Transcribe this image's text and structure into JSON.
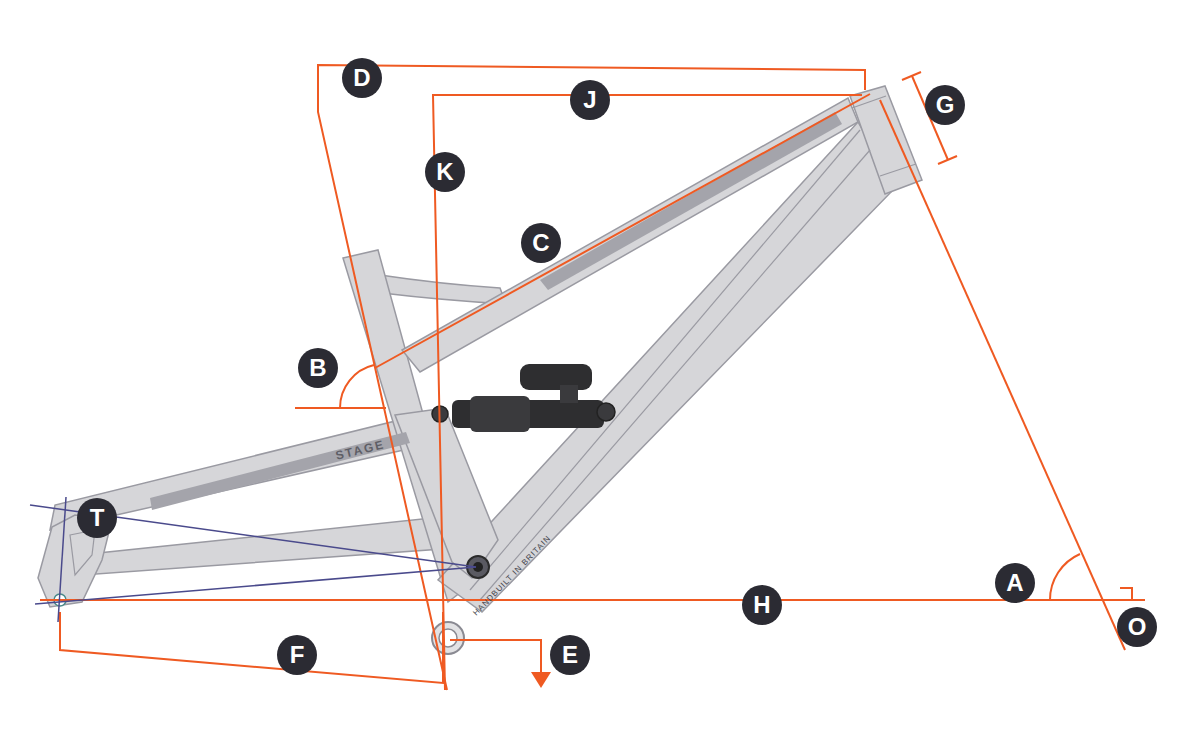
{
  "diagram": {
    "nodes": [
      {
        "text": [
          "D"
        ]
      },
      {
        "text": [
          "J"
        ]
      },
      {
        "text": [
          "G"
        ]
      },
      {
        "text": [
          "K"
        ]
      },
      {
        "text": [
          "C"
        ]
      },
      {
        "text": [
          "B"
        ]
      },
      {
        "text": [
          "T"
        ]
      },
      {
        "text": [
          "A"
        ]
      },
      {
        "text": [
          "H"
        ]
      },
      {
        "text": [
          "O"
        ]
      },
      {
        "text": [
          "F"
        ]
      },
      {
        "text": [
          "E"
        ]
      }
    ],
    "labels": [
      "STAGE",
      "HANDBUILT IN BRITAIN"
    ]
  }
}
